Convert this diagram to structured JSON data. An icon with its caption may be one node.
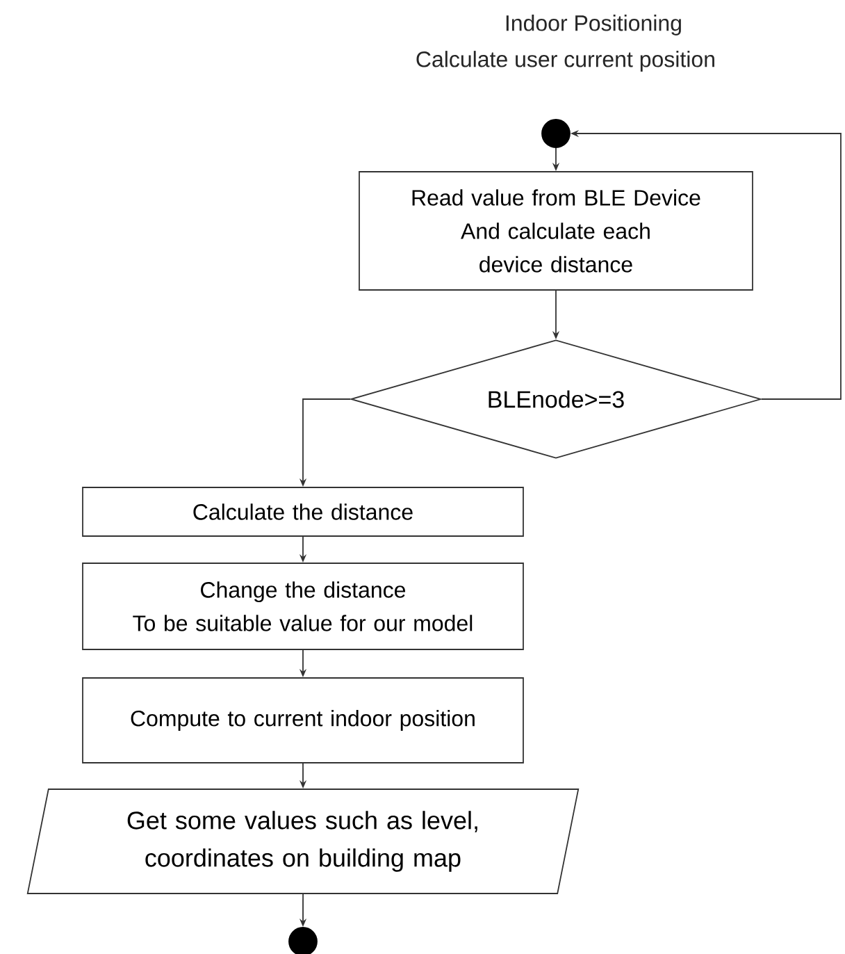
{
  "diagram": {
    "title": "Indoor Positioning",
    "nodes": [
      {
        "text": [],
        "shape": "circle"
      },
      {
        "text": [
          "Read value from BLE Device",
          "And calculate each device distance"
        ]
      },
      {
        "text": [
          "BLEnode>=3"
        ]
      },
      {
        "text": [
          "Calculate the distance"
        ]
      },
      {
        "text": [
          "Change the distance",
          "To be suitable value for our model"
        ]
      },
      {
        "text": [
          "Compute to current indoor position"
        ]
      },
      {
        "text": [
          "Get some values such as level, coordinates on building map"
        ]
      },
      {
        "text": [],
        "shape": "circle"
      }
    ],
    "edges": [
      {
        "from": 0,
        "to": 1,
        "arrow": "to"
      },
      {
        "from": 1,
        "to": 2,
        "arrow": "to"
      },
      {
        "from": 2,
        "to": 3,
        "arrow": "to"
      },
      {
        "from": 3,
        "to": 4,
        "arrow": "to"
      },
      {
        "from": 4,
        "to": 5,
        "arrow": "to"
      },
      {
        "from": 5,
        "to": 6,
        "arrow": "to"
      },
      {
        "from": 6,
        "to": 7,
        "arrow": "to"
      },
      {
        "from": 2,
        "to": 0,
        "arrow": "to"
      }
    ],
    "labels": [
      "Calculate user current position"
    ]
  }
}
